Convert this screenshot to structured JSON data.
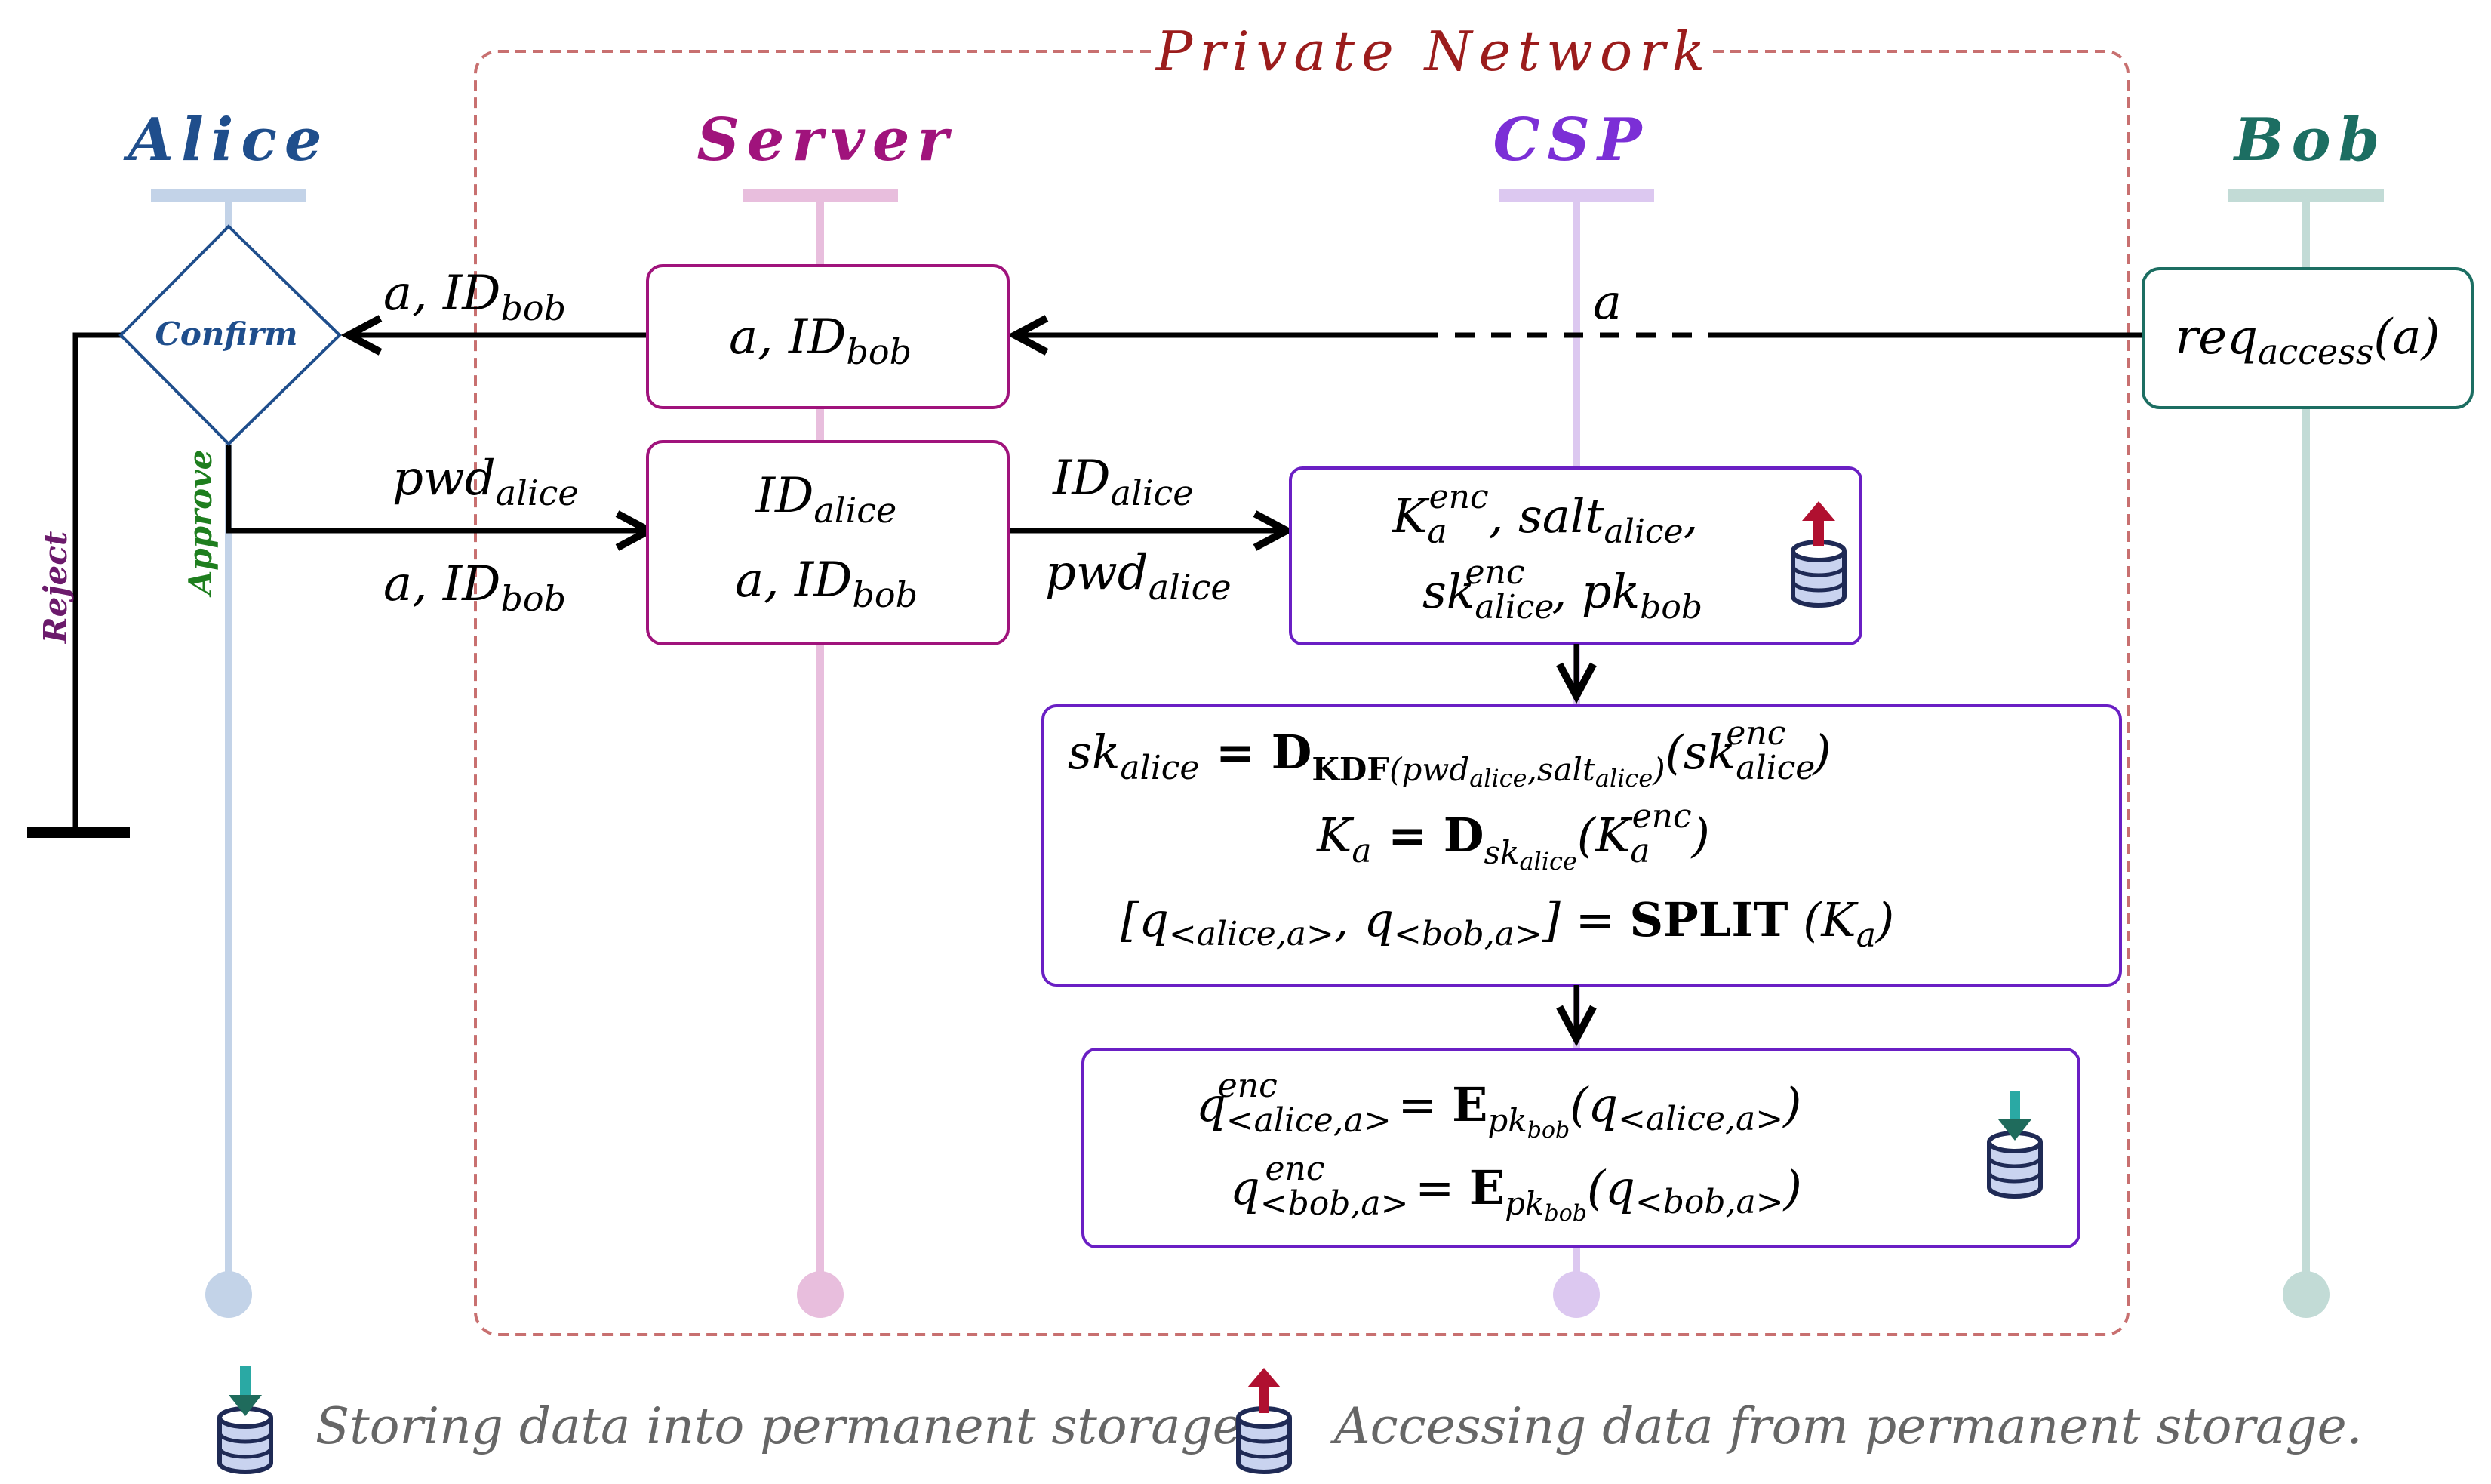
{
  "region": {
    "label": "Private Network"
  },
  "actors": [
    {
      "name": "Alice",
      "color": "#1f4e8c",
      "lifeline": "#c3d3e8"
    },
    {
      "name": "Server",
      "color": "#a0137c",
      "lifeline": "#e8bedd"
    },
    {
      "name": "CSP",
      "color": "#7b2fd6",
      "lifeline": "#dcc8f0"
    },
    {
      "name": "Bob",
      "color": "#1c6e62",
      "lifeline": "#c2dbd6"
    }
  ],
  "decision": {
    "label": "Confirm",
    "approve": "Approve",
    "reject": "Reject",
    "approve_color": "#1e7e1e",
    "reject_color": "#6b1a6b"
  },
  "messages": {
    "bob_to_server": "a",
    "server_to_alice": [
      "a, ID",
      "bob"
    ],
    "alice_to_server_top": [
      "pwd",
      "alice"
    ],
    "alice_to_server_bottom": [
      "a, ID",
      "bob"
    ],
    "server_to_csp_top": [
      "ID",
      "alice"
    ],
    "server_to_csp_bottom": [
      "pwd",
      "alice"
    ]
  },
  "boxes": {
    "bob_request": [
      "req",
      "access",
      "(a)"
    ],
    "server_forward": [
      "a, ID",
      "bob"
    ],
    "server_login": {
      "line1": [
        "ID",
        "alice"
      ],
      "line2": [
        "a, ID",
        "bob"
      ]
    },
    "csp_fetch": {
      "line1": [
        "K",
        "a",
        "enc",
        ", salt",
        "alice",
        ","
      ],
      "line2": [
        "sk",
        "alice",
        "enc",
        ", pk",
        "bob"
      ]
    },
    "csp_decrypt": {
      "line1": [
        "sk",
        "alice",
        " = ",
        "D",
        "KDF",
        "(pwd",
        "alice",
        ",salt",
        "alice",
        ")",
        "(sk",
        "alice",
        "enc",
        ")"
      ],
      "line2": [
        "K",
        "a",
        " = ",
        "D",
        "sk",
        "alice",
        "(K",
        "a",
        "enc",
        ")"
      ],
      "line3": [
        "[q",
        "<alice,a>",
        ", q",
        "<bob,a>",
        "] = ",
        "SPLIT",
        " (K",
        "a",
        ")"
      ]
    },
    "csp_encrypt": {
      "line1": [
        "q",
        "<alice,a>",
        "enc",
        " = ",
        "E",
        "pk",
        "bob",
        "(q",
        "<alice,a>",
        ")"
      ],
      "line2": [
        "q",
        "<bob,a>",
        "enc",
        " = ",
        "E",
        "pk",
        "bob",
        "(q",
        "<bob,a>",
        ")"
      ]
    }
  },
  "legend": [
    {
      "icon": "db-store-icon",
      "text": "Storing data into permanent storage."
    },
    {
      "icon": "db-access-icon",
      "text": "Accessing data from permanent storage."
    }
  ],
  "colors": {
    "arrow": "#000000",
    "region_border": "#c87070",
    "server_box": "#a0137c",
    "csp_box": "#6a1fc4",
    "bob_box": "#1c6e62",
    "decision": "#1f4e8c",
    "db_body": "#1f2a55",
    "db_fill": "#c9d3ef",
    "store_arrow": "#2aa9a4",
    "access_arrow": "#b01030"
  }
}
